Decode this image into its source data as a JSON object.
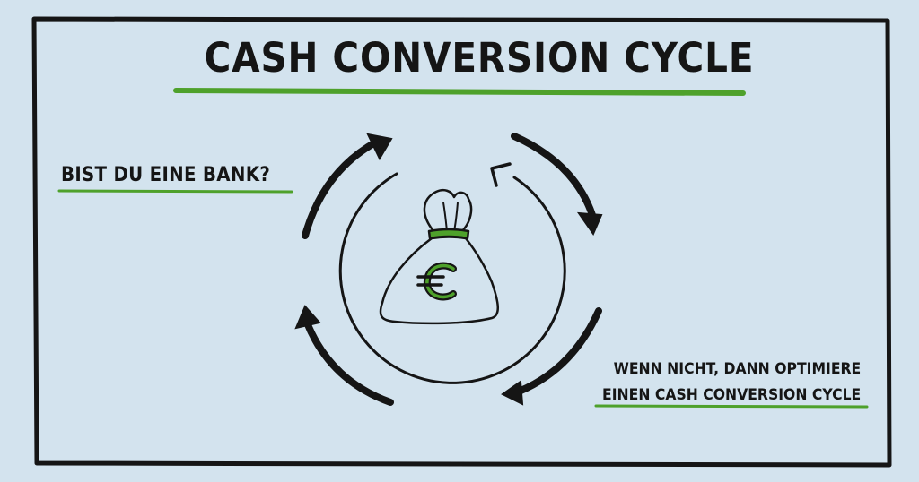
{
  "title": "Cash Conversion Cycle",
  "question": "Bist du eine Bank?",
  "answer": {
    "line1": "Wenn nicht, dann optimiere",
    "line2": "einen Cash Conversion Cycle"
  },
  "icons": {
    "center": "money-bag-euro-icon",
    "symbol": "€"
  },
  "colors": {
    "background": "#d3e3ee",
    "ink": "#151515",
    "accent": "#4ea12b"
  }
}
